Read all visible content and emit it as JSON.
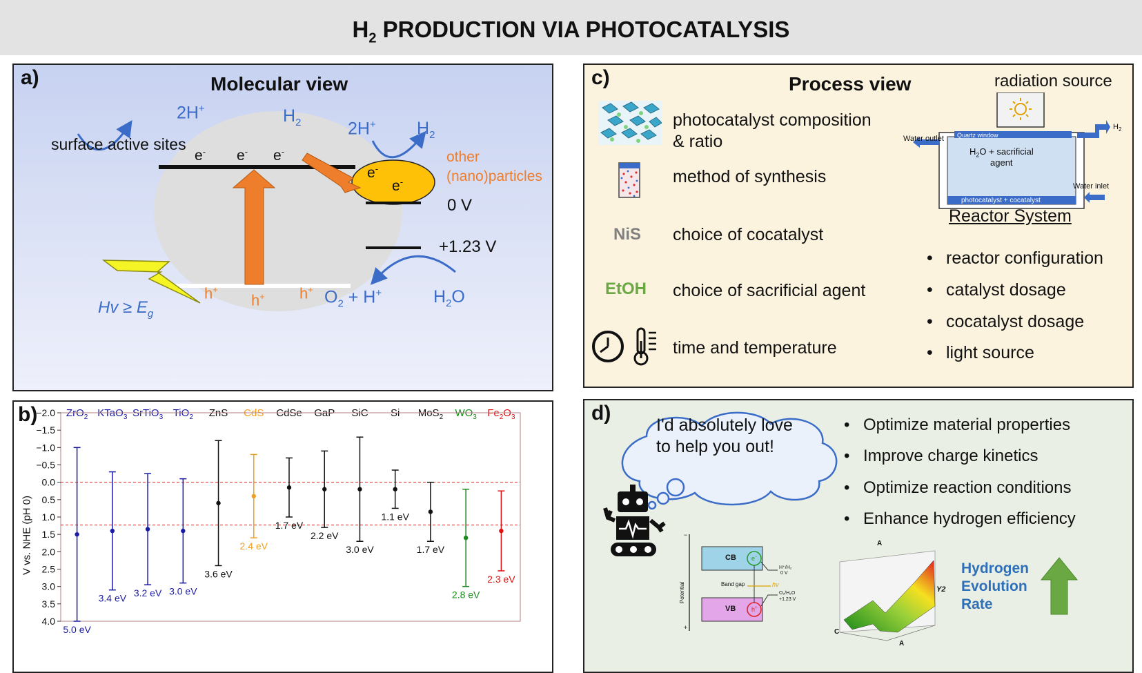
{
  "header": {
    "title_main": "H",
    "title_sub": "2",
    "title_rest": " PRODUCTION VIA PHOTOCATALYSIS"
  },
  "panel_a": {
    "label": "a)",
    "title": "Molecular view",
    "surface_sites": "surface active sites",
    "electron": "e",
    "electron_sup": "-",
    "hole": "h",
    "hole_sup": "+",
    "twoH": "2H",
    "H2_main": "H",
    "H2_sub": "2",
    "other_particles_1": "other",
    "other_particles_2": "(nano)particles",
    "zero_v": "0 V",
    "v123": "+1.23 V",
    "O2_text": "O",
    "O2_sub": "2",
    "O2_rest": " + H",
    "H2O_main": "H",
    "H2O_sub": "2",
    "H2O_rest": "O",
    "hv_text": "Hv ≥ E",
    "hv_sub": "g"
  },
  "panel_b": {
    "label": "b)",
    "ylabel": "V vs. NHE (pH 0)",
    "yticks": [
      "−2.0",
      "−1.5",
      "−1.0",
      "−0.5",
      "0.0",
      "0.5",
      "1.0",
      "1.5",
      "2.0",
      "2.5",
      "3.0",
      "3.5",
      "4.0"
    ],
    "materials": [
      {
        "name": "ZrO",
        "sub": "2",
        "color": "#1a1aa6"
      },
      {
        "name": "KTaO",
        "sub": "3",
        "color": "#1a1aa6"
      },
      {
        "name": "SrTiO",
        "sub": "3",
        "color": "#1a1aa6"
      },
      {
        "name": "TiO",
        "sub": "2",
        "color": "#1a1aa6"
      },
      {
        "name": "ZnS",
        "sub": "",
        "color": "#111111"
      },
      {
        "name": "CdS",
        "sub": "",
        "color": "#f0a020"
      },
      {
        "name": "CdSe",
        "sub": "",
        "color": "#111111"
      },
      {
        "name": "GaP",
        "sub": "",
        "color": "#111111"
      },
      {
        "name": "SiC",
        "sub": "",
        "color": "#111111"
      },
      {
        "name": "Si",
        "sub": "",
        "color": "#111111"
      },
      {
        "name": "MoS",
        "sub": "2",
        "color": "#111111"
      },
      {
        "name": "WO",
        "sub": "3",
        "color": "#1a8a1a"
      },
      {
        "name": "Fe",
        "sub": "2",
        "name2": "O",
        "sub2": "3",
        "color": "#e01010"
      }
    ]
  },
  "chart_data": {
    "type": "scatter",
    "ylabel": "V vs. NHE (pH 0)",
    "ylim": [
      4.0,
      -2.0
    ],
    "reference_lines": [
      0.0,
      1.23
    ],
    "categories": [
      "ZrO2",
      "KTaO3",
      "SrTiO3",
      "TiO2",
      "ZnS",
      "CdS",
      "CdSe",
      "GaP",
      "SiC",
      "Si",
      "MoS2",
      "WO3",
      "Fe2O3"
    ],
    "cb": [
      -1.0,
      -0.3,
      -0.25,
      -0.1,
      -1.2,
      -0.8,
      -0.7,
      -0.9,
      -1.3,
      -0.35,
      0.0,
      0.2,
      0.25
    ],
    "vb": [
      4.0,
      3.1,
      2.95,
      2.9,
      2.4,
      1.6,
      1.0,
      1.3,
      1.7,
      0.75,
      1.7,
      3.0,
      2.55
    ],
    "mid": [
      1.5,
      1.4,
      1.35,
      1.4,
      0.6,
      0.4,
      0.15,
      0.2,
      0.2,
      0.2,
      0.85,
      1.6,
      1.4
    ],
    "gap_labels": [
      "5.0 eV",
      "3.4 eV",
      "3.2 eV",
      "3.0 eV",
      "3.6 eV",
      "2.4 eV",
      "1.7 eV",
      "2.2 eV",
      "3.0 eV",
      "1.1 eV",
      "1.7 eV",
      "2.8 eV",
      "2.3 eV"
    ],
    "colors": [
      "#1a1aa6",
      "#1a1aa6",
      "#1a1aa6",
      "#1a1aa6",
      "#111111",
      "#f0a020",
      "#111111",
      "#111111",
      "#111111",
      "#111111",
      "#111111",
      "#1a8a1a",
      "#e01010"
    ]
  },
  "panel_c": {
    "label": "c)",
    "title": "Process view",
    "radiation_source": "radiation source",
    "items": [
      {
        "icon_text": "",
        "line1": "photocatalyst composition",
        "line2": "& ratio"
      },
      {
        "icon_text": "",
        "line1": "method of synthesis",
        "line2": ""
      },
      {
        "icon_text": "NiS",
        "line1": "choice of cocatalyst",
        "line2": ""
      },
      {
        "icon_text": "EtOH",
        "line1": "choice of sacrificial agent",
        "line2": ""
      },
      {
        "icon_text": "",
        "line1": "time and temperature",
        "line2": ""
      }
    ],
    "reactor": {
      "quartz": "Quartz window",
      "h2": "H",
      "h2_sub": "2",
      "water_outlet": "Water outlet",
      "water_inlet": "Water inlet",
      "solution_1": "H",
      "solution_1_sub": "2",
      "solution_1_rest": "O + sacrificial",
      "solution_2": "agent",
      "catalyst_layer": "photocatalyst + cocatalyst",
      "caption": "Reactor System"
    },
    "bullets": [
      "reactor configuration",
      "catalyst dosage",
      "cocatalyst dosage",
      "light source"
    ]
  },
  "panel_d": {
    "label": "d)",
    "bubble_line1": "I'd absolutely love",
    "bubble_line2": "to help you out!",
    "bullets": [
      "Optimize material properties",
      "Improve charge kinetics",
      "Optimize reaction conditions",
      "Enhance hydrogen efficiency"
    ],
    "band": {
      "cb": "CB",
      "vb": "VB",
      "band_gap": "Band gap",
      "hv": "hν",
      "potential": "Potential",
      "minus": "−",
      "plus": "+",
      "e": "e",
      "h": "h",
      "h_couple": "H⁺/H₂",
      "zero": "0 V",
      "o_couple": "O₂/H₂O",
      "v123": "+1.23 V"
    },
    "surface": {
      "a_top": "A",
      "a_bottom": "A",
      "c": "C",
      "y2": "Y2"
    },
    "her_1": "Hydrogen",
    "her_2": "Evolution",
    "her_3": "Rate",
    "accent_blue": "#2e6fb8",
    "arrow_green": "#6aa843"
  }
}
